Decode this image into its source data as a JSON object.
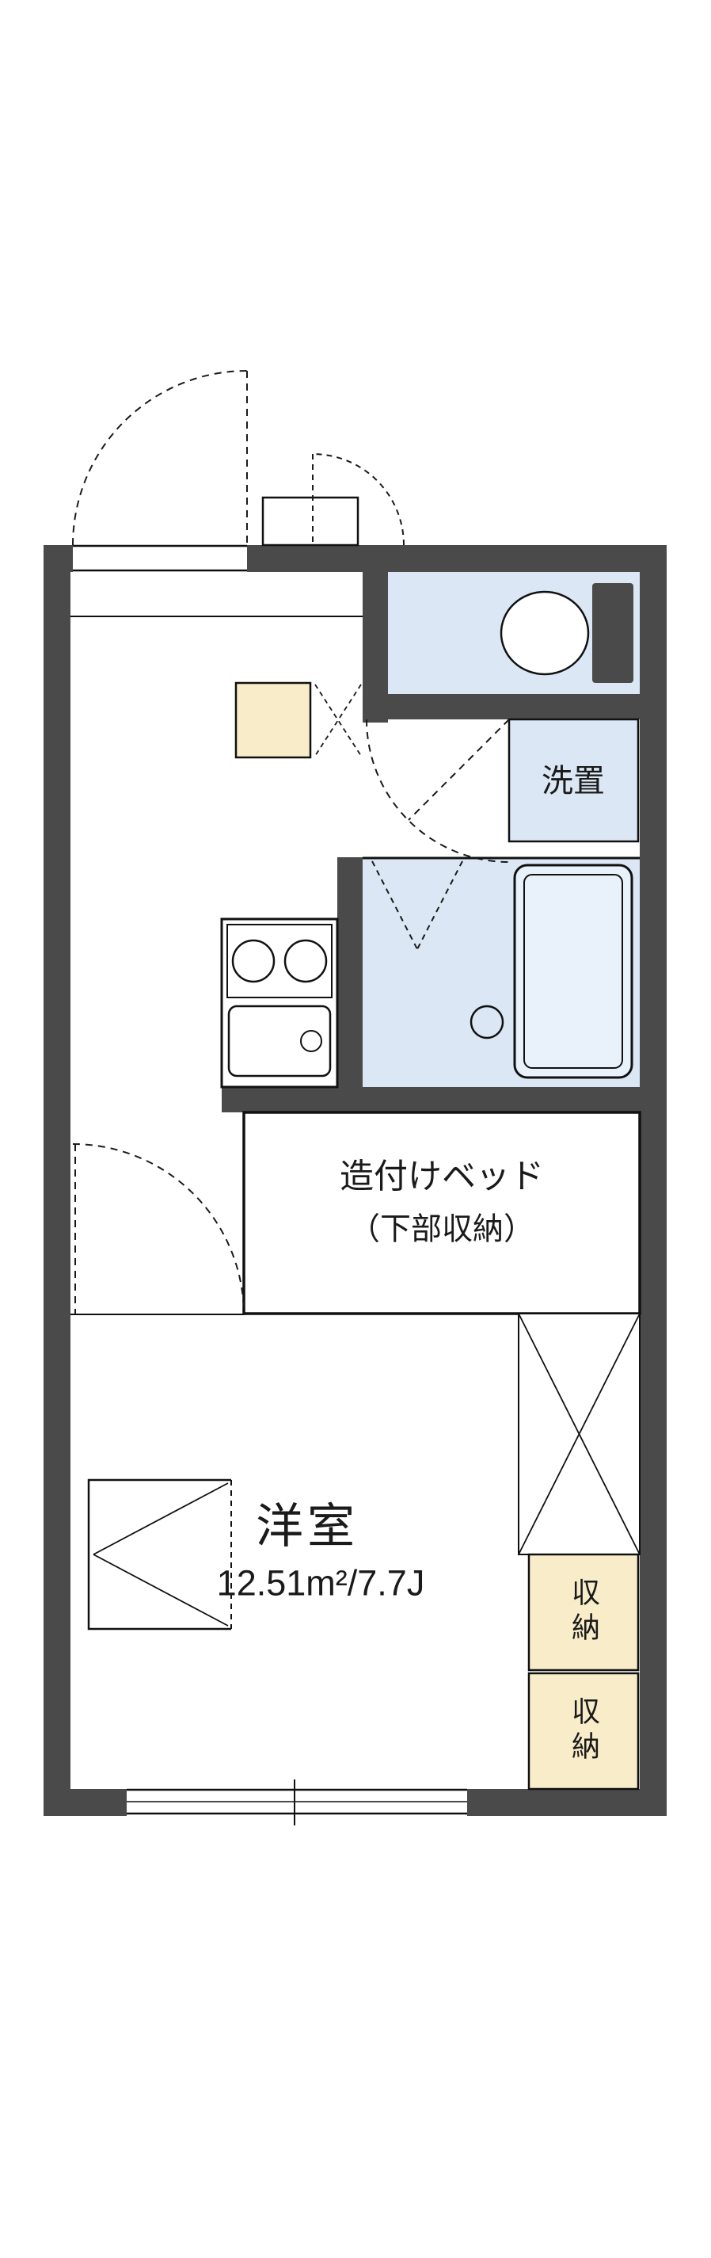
{
  "palette": {
    "wall": "#4a4a4a",
    "water_room": "#dbe7f4",
    "fixture": "#e9f1fa",
    "storage": "#f8ecc9",
    "line": "#111111",
    "bg": "#ffffff"
  },
  "labels": {
    "washer": "洗置",
    "bed_name": "造付けベッド",
    "bed_note": "（下部収納）",
    "room_name": "洋室",
    "room_size": "12.51m²/7.7J",
    "storage_upper": "収納",
    "storage_lower": "収納"
  }
}
